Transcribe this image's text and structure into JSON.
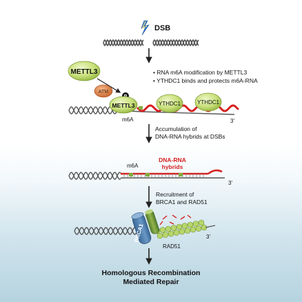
{
  "labels": {
    "dsb": "DSB",
    "mettl3_free": "METTL3",
    "atm": "ATM",
    "p": "P",
    "mettl3_bound": "METTL3",
    "ythdc1_a": "YTHDC1",
    "ythdc1_b": "YTHDC1",
    "m6a_1": "m6A",
    "three_prime_1": "3'",
    "bullet_1": "• RNA m6A modification by METTL3",
    "bullet_2": "• YTHDC1 binds and protects m6A-RNA",
    "accum_1": "Accumulation of",
    "accum_2": "DNA-RNA hybrids at DSBs",
    "m6a_2": "m6A",
    "hybrids_1": "DNA-RNA",
    "hybrids_2": "hybrids",
    "three_prime_2": "3'",
    "recruit_1": "Recruitment of",
    "recruit_2": "BRCA1 and RAD51",
    "brca1": "BRCA1",
    "rad51": "RAD51",
    "three_prime_3": "3'",
    "final_1": "Homologous Recombination",
    "final_2": "Mediated Repair"
  },
  "colors": {
    "dna": "#555555",
    "rna": "#d62020",
    "protein_green": "#c8e07a",
    "protein_green_dark": "#8fb13d",
    "atm": "#d9793a",
    "brca1": "#4a79a8",
    "rad51": "#b8d66b",
    "lightning": "#3a7fd0",
    "arrow": "#222222"
  },
  "icons": {
    "dsb": "lightning-bolt-icon"
  }
}
